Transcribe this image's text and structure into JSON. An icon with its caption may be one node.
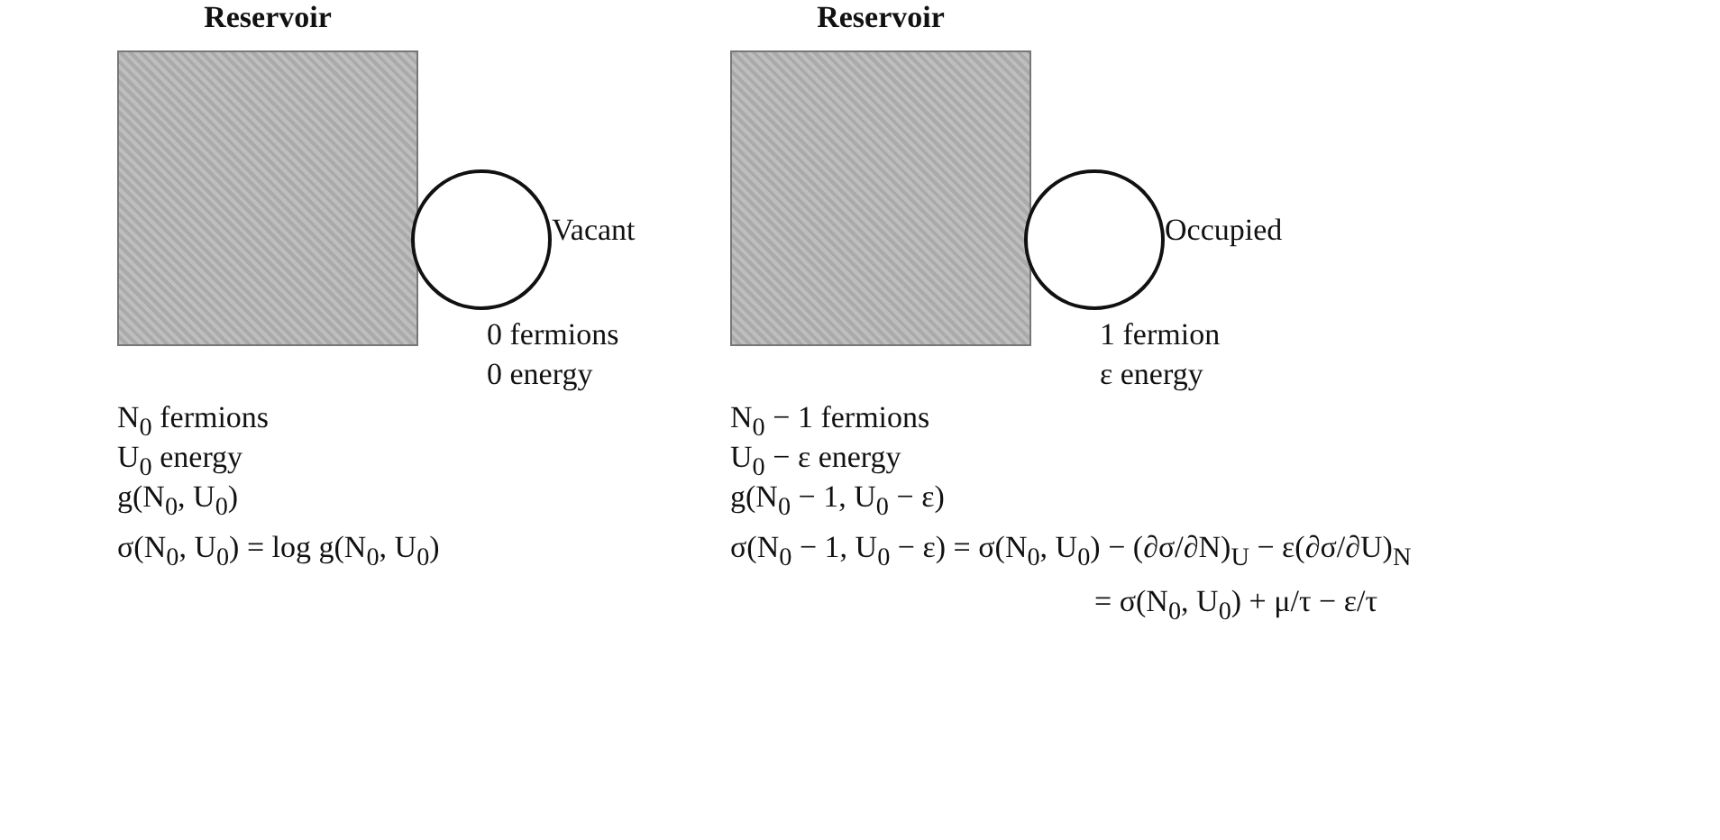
{
  "diagram": {
    "nodes": [
      {
        "text": [
          "Reservoir"
        ],
        "beside": [
          "N$_{0}$ fermions",
          "U$_{0}$ energy",
          "g(N$_{0}$, U$_{0}$)",
          "σ(N$_{0}$, U$_{0}$) = log g(N$_{0}$, U$_{0}$)"
        ]
      },
      {
        "text": [],
        "shape": "circle",
        "beside": [
          "Vacant",
          "0 fermions",
          "0 energy"
        ]
      },
      {
        "text": [
          "Reservoir"
        ],
        "beside": [
          "N$_{0}$ − 1 fermions",
          "U$_{0}$ − ε energy",
          "g(N$_{0}$ − 1, U$_{0}$ − ε)",
          "σ(N$_{0}$ − 1, U$_{0}$ − ε) = σ(N$_{0}$, U$_{0}$) − (∂σ/∂N)$_{U}$ − ε(∂σ/∂U)$_{N}$",
          "= σ(N$_{0}$, U$_{0}$) + μ/τ − ε/τ"
        ]
      },
      {
        "text": [],
        "shape": "circle",
        "beside": [
          "Occupied",
          "1 fermion",
          "ε energy"
        ]
      }
    ],
    "edges": []
  }
}
